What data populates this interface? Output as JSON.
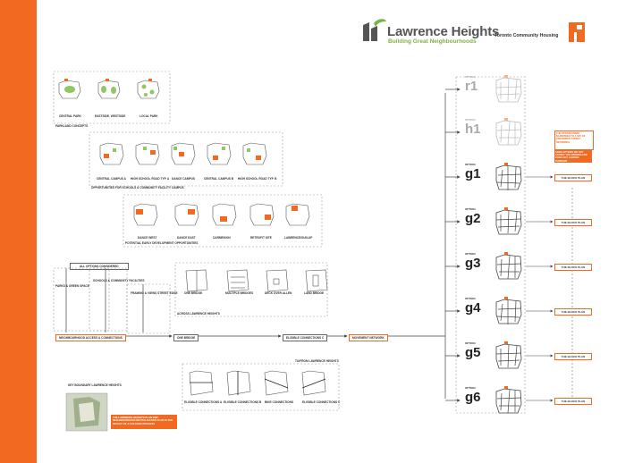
{
  "header": {
    "logo_title": "Lawrence Heights",
    "logo_subtitle": "Building Great Neighbourhoods",
    "partner_name": "Toronto Community Housing"
  },
  "colors": {
    "orange": "#f26a21",
    "green": "#7bb24a",
    "grey": "#666666"
  },
  "parkland": {
    "labels": [
      "CENTRAL PARK",
      "EASTSIDE, WESTSIDE",
      "LOCAL PARK"
    ],
    "section_title": "PARKLAND CONCEPTS"
  },
  "schools": {
    "labels": [
      "CENTRAL CAMPUS A",
      "HIGH SCHOOL ROAD TYP. A",
      "DANCE CAMPUS",
      "CENTRAL CAMPUS B",
      "HIGH SCHOOL ROAD TYP. B"
    ],
    "section_title": "OPPORTUNITIES FOR SCHOOLS & COMMUNITY FACILITY CAMPUS"
  },
  "retail": {
    "labels": [
      "DANCE WEST",
      "DANCE EAST",
      "CARMEN/ON",
      "RETROFIT SITE",
      "LAWRENCE/SUN-UP"
    ],
    "section_title": "POTENTIAL EARLY DEVELOPMENT OPPORTUNITIES"
  },
  "flow": {
    "all_option": "ALL OPTIONS CONSIDERED",
    "col1_head": "PARKS & GREEN SPACE",
    "col2_head": "SCHOOLS & COMMUNITY FACILITIES",
    "col3_head": "FRAMING & VIEWS STREET EDGE",
    "neigh_access": "NEIGHBOURHOOD ACCESS & CONNECTIONS",
    "one_bridge": "ONE BRIDGE",
    "eglinton_c": "ELIGIBLE CONNECTIONS C",
    "movement": "MOVEMENT NETWORK",
    "across_title": "ACROSS LAWRENCE HEIGHTS",
    "through_title": "TO/FROM LAWRENCE HEIGHTS",
    "key_title": "KEY BOUNDARY LAWRENCE HEIGHTS",
    "orange_note": "THE LAWRENCE HEIGHTS PLAN AND NEIGHBOURHOOD REVITALIZATION PLAN IS THE RESULT OF A FOCUSED PROCESS"
  },
  "bridges": {
    "labels": [
      "ONE BRIDGE",
      "MULTIPLE BRIDGES",
      "DECK OVER ALLEN",
      "LAND BRIDGE"
    ]
  },
  "connections": {
    "labels": [
      "ELIGIBLE CONNECTIONS A",
      "ELIGIBLE CONNECTIONS B",
      "BIKE CONNECTIONS",
      "ELIGIBLE CONNECTIONS C"
    ]
  },
  "options": {
    "prefix": "OPTION",
    "items": [
      {
        "code": "r1",
        "active": false
      },
      {
        "code": "h1",
        "active": false
      },
      {
        "code": "g1",
        "active": true
      },
      {
        "code": "g2",
        "active": true
      },
      {
        "code": "g3",
        "active": true
      },
      {
        "code": "g4",
        "active": true
      },
      {
        "code": "g5",
        "active": true
      },
      {
        "code": "g6",
        "active": true
      }
    ]
  },
  "plans": {
    "label": "THE BLOCK PLAN",
    "count": 6
  },
  "notes": {
    "note1": "THE OPTIONS WERE NARROWED TO A SET OF PREFERRED STREET NETWORKS",
    "note2": "SOME OPTIONS DID NOT SATISFY THE CRITERIA AND WERE NOT CARRIED FORWARD"
  }
}
